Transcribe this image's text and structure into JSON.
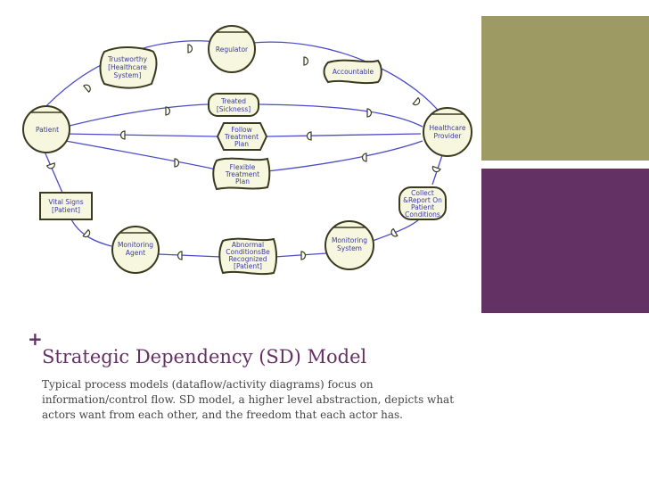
{
  "slide": {
    "bullet": "+",
    "title": "Strategic Dependency (SD) Model",
    "body": "Typical process models (dataflow/activity diagrams) focus on information/control flow. SD model, a higher level abstraction, depicts what actors want from each other, and the freedom that each actor has.",
    "colors": {
      "accent_purple": "#633163",
      "accent_olive": "#9d9a64",
      "line": "#4b4bc8",
      "node_fill": "#f7f7e0",
      "node_stroke": "#3a3a1f"
    }
  },
  "diagram": {
    "actors": {
      "patient": [
        "Patient"
      ],
      "provider": [
        "Healthcare",
        "Provider"
      ],
      "regulator": [
        "Regulator"
      ],
      "monitoring_agent": [
        "Monitoring",
        "Agent"
      ],
      "monitoring_system": [
        "Monitoring",
        "System"
      ]
    },
    "softgoals": {
      "trustworthy": [
        "Trustworthy",
        "[Healthcare",
        "System]"
      ],
      "accountable": [
        "Accountable"
      ],
      "abnormal": [
        "Abnormal",
        "ConditionsBe",
        "Recognized",
        "[Patient]"
      ],
      "flexible": [
        "Flexible",
        "Treatment",
        "Plan"
      ]
    },
    "goals": {
      "treated": [
        "Treated",
        "[Sickness]"
      ],
      "collect": [
        "Collect",
        "&Report On",
        "Patient",
        "Conditions"
      ]
    },
    "task": {
      "follow": [
        "Follow",
        "Treatment",
        "Plan"
      ]
    },
    "resource": {
      "vital": [
        "Vital Signs",
        "[Patient]"
      ]
    }
  }
}
